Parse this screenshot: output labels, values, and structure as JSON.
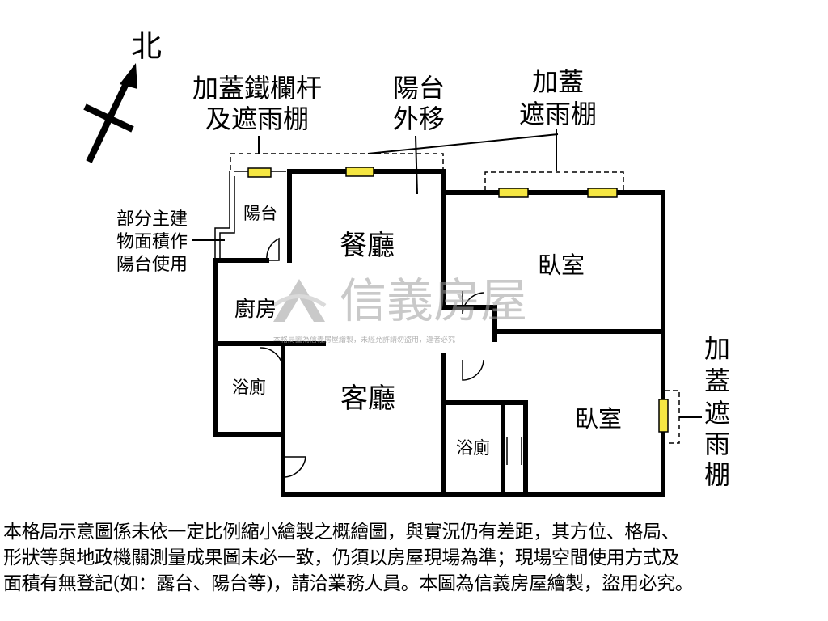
{
  "compass": {
    "north_label": "北"
  },
  "callouts": {
    "iron_railing": [
      "加蓋鐵欄杆",
      "及遮雨棚"
    ],
    "balcony_moved": [
      "陽台",
      "外移"
    ],
    "canopy_top": [
      "加蓋",
      "遮雨棚"
    ],
    "main_building": [
      "部分主建",
      "物面積作",
      "陽台使用"
    ],
    "canopy_right": [
      "加",
      "蓋",
      "遮",
      "雨",
      "棚"
    ]
  },
  "rooms": {
    "balcony": "陽台",
    "dining": "餐廳",
    "bedroom_1": "臥室",
    "kitchen": "廚房",
    "bathroom_1": "浴廁",
    "living": "客廳",
    "bedroom_2": "臥室",
    "bathroom_2": "浴廁"
  },
  "watermark": {
    "brand": "信義房屋",
    "note": "本格局圖為信義房屋繪製，未經允許請勿盜用，違者必究"
  },
  "disclaimer": [
    "本格局示意圖係未依一定比例縮小繪製之概繪圖，與實況仍有差距，其方位、格局、",
    "形狀等與地政機關測量成果圖未必一致，仍須以房屋現場為準；現場空間使用方式及",
    "面積有無登記(如：露台、陽台等)，請洽業務人員。本圖為信義房屋繪製，盜用必究。"
  ]
}
